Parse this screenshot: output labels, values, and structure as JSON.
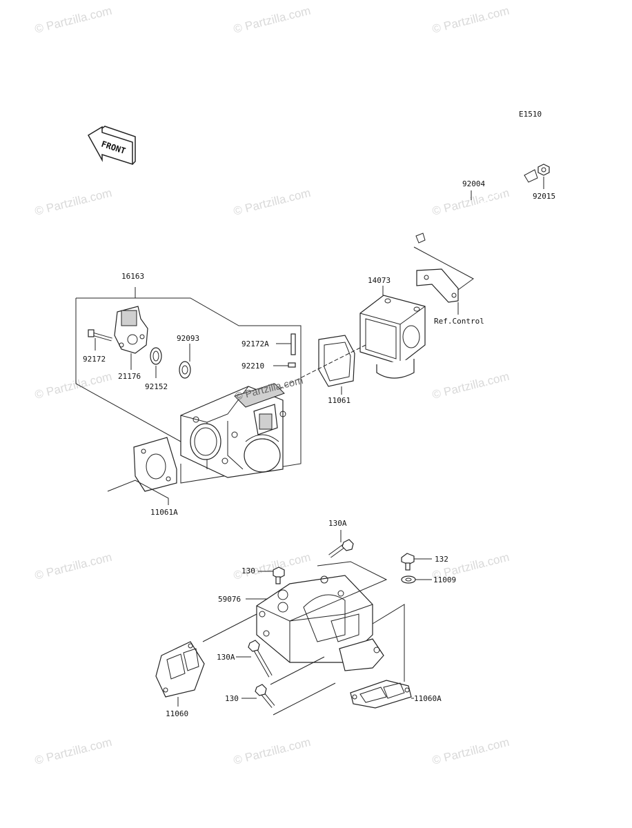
{
  "diagram": {
    "code": "E1510",
    "front_arrow_text": "FRONT",
    "watermark_text": "© Partzilla.com",
    "center_watermark_text": "© Partzilla.com",
    "ref_control_text": "Ref.Control",
    "labels": {
      "p92004": "92004",
      "p92015": "92015",
      "p16163": "16163",
      "p14073": "14073",
      "p92172": "92172",
      "p21176": "21176",
      "p92152": "92152",
      "p92093": "92093",
      "p92172A": "92172A",
      "p92210": "92210",
      "p11061": "11061",
      "p11061A": "11061A",
      "p130A_top": "130A",
      "p132": "132",
      "p130_top": "130",
      "p11009": "11009",
      "p59076": "59076",
      "p130A_mid": "130A",
      "p130_bot": "130",
      "p11060": "11060",
      "p11060A": "11060A"
    }
  }
}
